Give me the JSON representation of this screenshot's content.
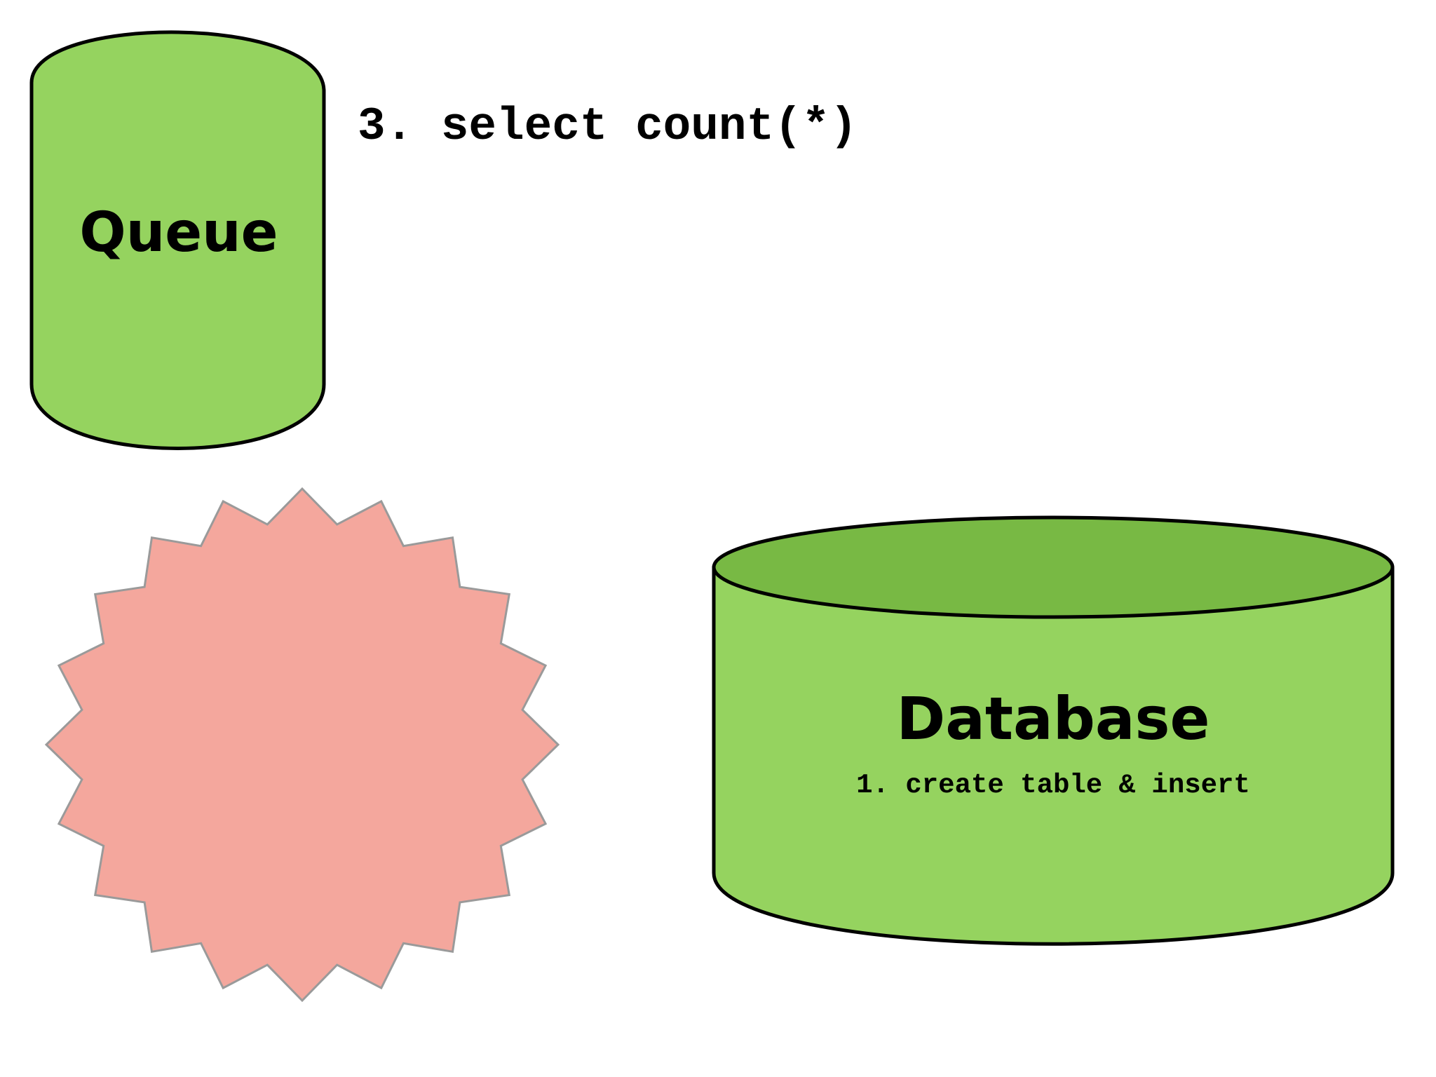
{
  "diagram": {
    "queue": {
      "label": "Queue",
      "fill": "#95d35f",
      "stroke": "#000000"
    },
    "step3": {
      "text": "3. select count(*)"
    },
    "burst": {
      "fill": "#f4a79d",
      "stroke": "#9a9a9a"
    },
    "database": {
      "label": "Database",
      "sublabel": "1. create table & insert",
      "fill": "#95d35f",
      "top_fill": "#78b944",
      "stroke": "#000000"
    }
  }
}
